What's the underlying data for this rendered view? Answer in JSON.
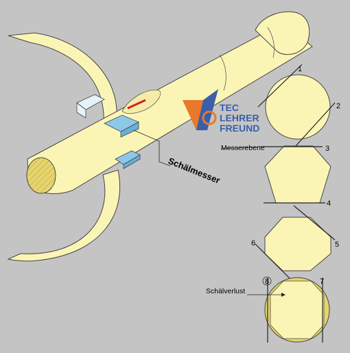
{
  "labels": {
    "knife": "Schälmesser",
    "knife_plane": "Messerebene",
    "peel_loss": "Schälverlust"
  },
  "markers": [
    "1",
    "2",
    "3",
    "4",
    "5",
    "6",
    "7",
    "8"
  ],
  "logo": {
    "line1": "TEC",
    "line2": "LEHRER",
    "line3": "FREUND"
  },
  "colors": {
    "background": "#c4c4c4",
    "wood": "#fbf5b5",
    "wood_shade": "#ece49a",
    "end_grain": "#e4d56e",
    "knife_face": "#8ec8e8",
    "knife_light": "#e6f2fa",
    "mark_red": "#d42020",
    "logo_orange": "#e8782a",
    "logo_blue": "#3a5fa8"
  }
}
